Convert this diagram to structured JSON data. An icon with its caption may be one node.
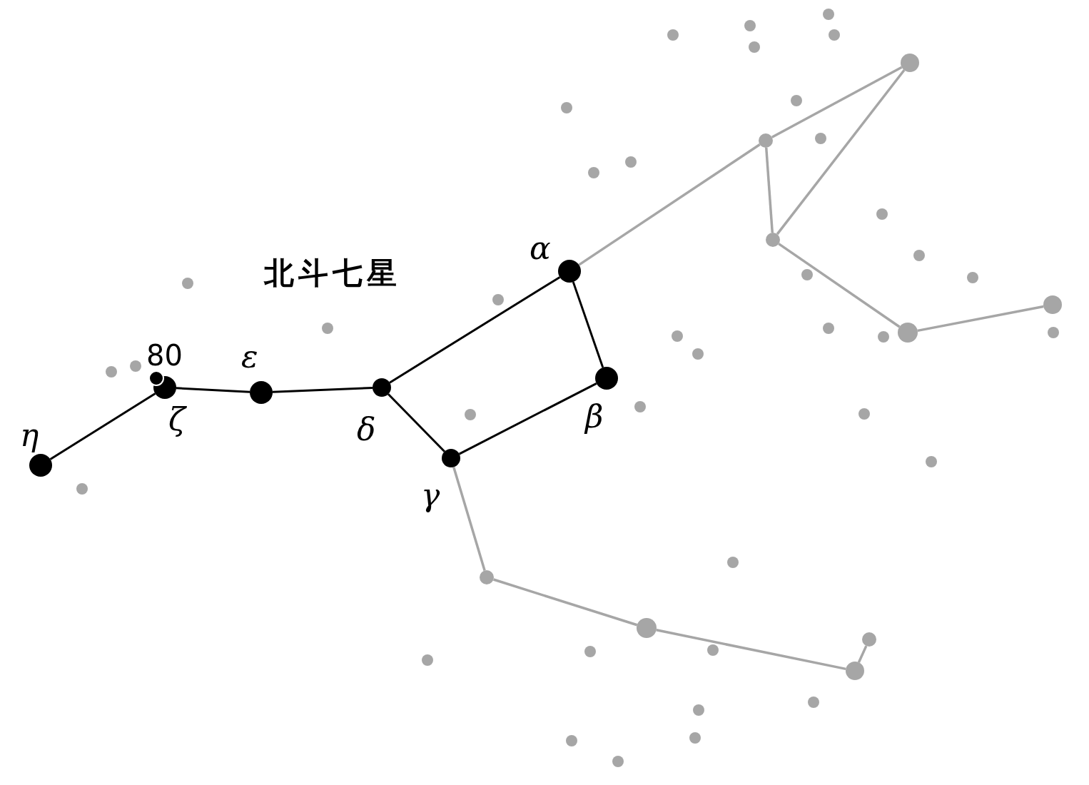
{
  "diagram": {
    "nodes": [
      {
        "text": [],
        "shape": "circle",
        "beside": [
          "η"
        ]
      },
      {
        "text": [],
        "shape": "circle",
        "beside": [
          "80"
        ]
      },
      {
        "text": [],
        "shape": "circle",
        "beside": [
          "ζ"
        ]
      },
      {
        "text": [],
        "shape": "circle",
        "beside": [
          "ε"
        ]
      },
      {
        "text": [],
        "shape": "circle",
        "beside": [
          "δ"
        ]
      },
      {
        "text": [],
        "shape": "circle",
        "beside": [
          "γ"
        ]
      },
      {
        "text": [],
        "shape": "circle",
        "beside": [
          "β"
        ]
      },
      {
        "text": [],
        "shape": "circle",
        "beside": [
          "α"
        ]
      },
      {
        "text": [],
        "shape": "circle"
      },
      {
        "text": [],
        "shape": "circle"
      },
      {
        "text": [],
        "shape": "circle"
      },
      {
        "text": [],
        "shape": "circle"
      },
      {
        "text": [],
        "shape": "circle"
      },
      {
        "text": [],
        "shape": "circle"
      },
      {
        "text": [],
        "shape": "circle"
      },
      {
        "text": [],
        "shape": "circle"
      },
      {
        "text": [],
        "shape": "circle"
      }
    ],
    "edges": [
      {
        "from": 0,
        "to": 2,
        "arrow": "none",
        "color": "#000000"
      },
      {
        "from": 2,
        "to": 3,
        "arrow": "none",
        "color": "#000000"
      },
      {
        "from": 3,
        "to": 4,
        "arrow": "none",
        "color": "#000000"
      },
      {
        "from": 4,
        "to": 7,
        "arrow": "none",
        "color": "#000000"
      },
      {
        "from": 7,
        "to": 6,
        "arrow": "none",
        "color": "#000000"
      },
      {
        "from": 6,
        "to": 5,
        "arrow": "none",
        "color": "#000000"
      },
      {
        "from": 5,
        "to": 4,
        "arrow": "none",
        "color": "#000000"
      },
      {
        "from": 7,
        "to": 9,
        "arrow": "none"
      },
      {
        "from": 9,
        "to": 8,
        "arrow": "none"
      },
      {
        "from": 9,
        "to": 10,
        "arrow": "none"
      },
      {
        "from": 8,
        "to": 10,
        "arrow": "none"
      },
      {
        "from": 10,
        "to": 11,
        "arrow": "none"
      },
      {
        "from": 11,
        "to": 12,
        "arrow": "none"
      },
      {
        "from": 5,
        "to": 13,
        "arrow": "none"
      },
      {
        "from": 13,
        "to": 14,
        "arrow": "none"
      },
      {
        "from": 14,
        "to": 15,
        "arrow": "none"
      },
      {
        "from": 15,
        "to": 16,
        "arrow": "none"
      }
    ],
    "labels": [
      "北斗七星"
    ]
  }
}
